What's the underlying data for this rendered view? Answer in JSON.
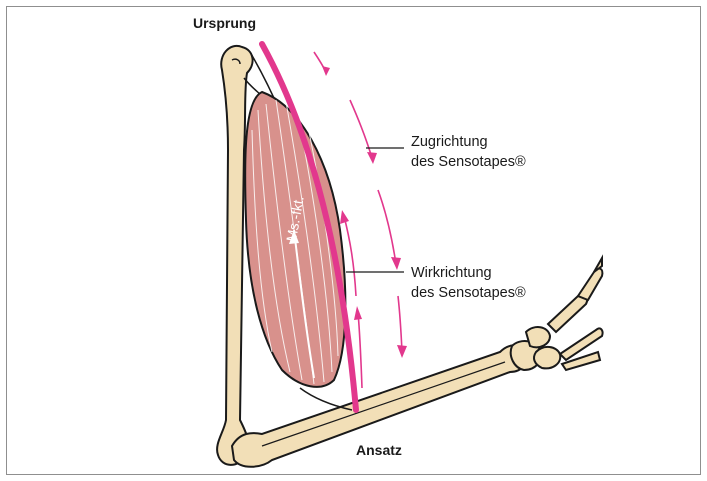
{
  "labels": {
    "origin": "Ursprung",
    "insertion": "Ansatz",
    "pull_direction_line1": "Zugrichtung",
    "pull_direction_line2": "des Sensotapes®",
    "effect_direction_line1": "Wirkrichtung",
    "effect_direction_line2": "des Sensotapes®",
    "muscle_function": "Ms.-fkt."
  },
  "colors": {
    "bone": "#f2dfb7",
    "outline": "#1a1a1a",
    "muscle": "#d8918c",
    "tape": "#e2388d",
    "arrow": "#e2388d"
  }
}
